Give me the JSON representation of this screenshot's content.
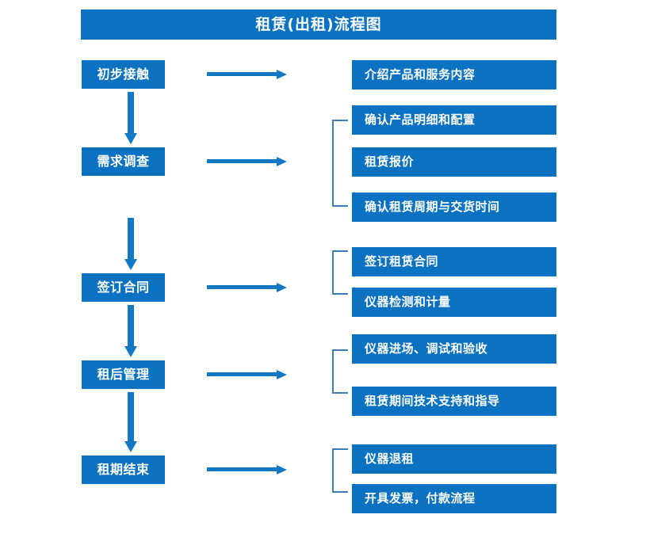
{
  "page": {
    "title": "租赁(出租)流程图",
    "background_color": "#ffffff",
    "accent_color": "#0b72c2",
    "connector_color": "#1277c4",
    "bracket_color": "#2f77b5",
    "text_color": "#ffffff"
  },
  "header": {
    "title": "租赁(出租)流程图"
  },
  "flow": {
    "stages": [
      {
        "id": "stage-1",
        "label": "初步接触"
      },
      {
        "id": "stage-2",
        "label": "需求调查"
      },
      {
        "id": "stage-3",
        "label": "签订合同"
      },
      {
        "id": "stage-4",
        "label": "租后管理"
      },
      {
        "id": "stage-5",
        "label": "租期结束"
      }
    ],
    "details": [
      {
        "id": "detail-1-1",
        "label": "介绍产品和服务内容",
        "group": 1
      },
      {
        "id": "detail-2-1",
        "label": "确认产品明细和配置",
        "group": 2
      },
      {
        "id": "detail-2-2",
        "label": "租赁报价",
        "group": 2
      },
      {
        "id": "detail-2-3",
        "label": "确认租赁周期与交货时间",
        "group": 2
      },
      {
        "id": "detail-3-1",
        "label": "签订租赁合同",
        "group": 3
      },
      {
        "id": "detail-3-2",
        "label": "仪器检测和计量",
        "group": 3
      },
      {
        "id": "detail-4-1",
        "label": "仪器进场、调试和验收",
        "group": 4
      },
      {
        "id": "detail-4-2",
        "label": "租赁期间技术支持和指导",
        "group": 4
      },
      {
        "id": "detail-5-1",
        "label": "仪器退租",
        "group": 5
      },
      {
        "id": "detail-5-2",
        "label": "开具发票，付款流程",
        "group": 5
      }
    ],
    "connectors": {
      "stage_to_detail_arrow": "arrow-right-icon",
      "stage_to_stage_arrow": "arrow-down-icon",
      "group_bracket": "group-bracket-icon"
    }
  }
}
